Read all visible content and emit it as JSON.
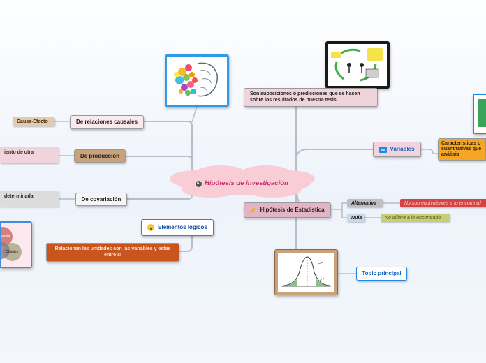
{
  "central": {
    "icon": "search-icon",
    "label": "Hipótesis de investigación"
  },
  "left": {
    "relaciones_causales": "De relaciones causales",
    "causa_efecto": "Causa-Efecto",
    "produccion": "De producción",
    "produccion_child": "iento de otra",
    "covariacion": "De covariación",
    "covariacion_child": "determinada",
    "elementos_logicos": {
      "icon": "surprised-face-icon",
      "label": "Elementos lógicos"
    },
    "relacionan": "Relacionan las unidades con las variables y estas entre sí",
    "venn_labels": [
      "Objetivo",
      "uesta"
    ]
  },
  "right": {
    "suposiciones": "Son suposiciones o predicciones que se hacen sobre los resultados de nuestra tesis.",
    "variables": {
      "icon": "abc-icon",
      "label": "Variables"
    },
    "caracteristicas": "Características o cuantitativas que análisis",
    "estadistica": {
      "icon": "pencil-icon",
      "label": "Hipótesis de Estadística"
    },
    "alternativa": "Alternativa",
    "alternativa_child": "No son equivalentes a lo encontrad",
    "nula": "Nula",
    "nula_child": "No difiere a lo encontrado",
    "topic": "Topic principal"
  },
  "colors": {
    "accent_blue": "#1e88e5",
    "pink": "#e2b4c4",
    "brown": "#c9a27c",
    "orange": "#c9541c",
    "red": "#d64343",
    "olive": "#c7cf74"
  }
}
